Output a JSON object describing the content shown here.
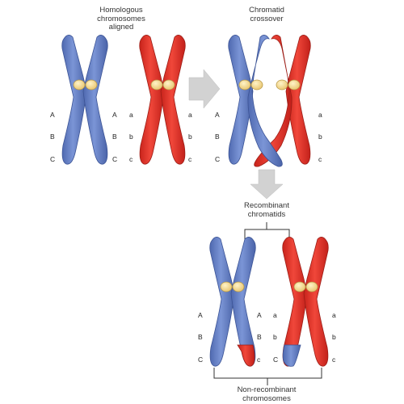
{
  "captions": {
    "homologous": "Homologous\nchromosomes\naligned",
    "crossover": "Chromatid\ncrossover",
    "recombinant": "Recombinant\nchromatids",
    "non_recombinant": "Non-recombinant\nchromosomes"
  },
  "gene_labels": {
    "blue": [
      "A",
      "B",
      "C"
    ],
    "red": [
      "a",
      "b",
      "c"
    ]
  },
  "colors": {
    "blue_chromosome": "#6b85c6",
    "red_chromosome": "#e83a30",
    "centromere": "#f5d78c",
    "arrow": "#d2d2d2",
    "bracket": "#333333"
  }
}
